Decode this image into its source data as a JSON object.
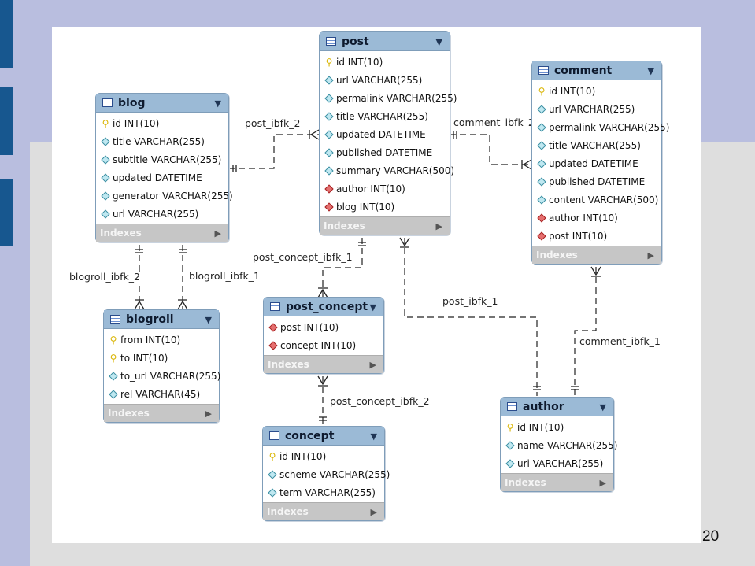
{
  "page": {
    "number": "20"
  },
  "tables": {
    "blog": {
      "name": "blog",
      "columns": [
        {
          "icon": "primary-key-icon",
          "text": "id INT(10)"
        },
        {
          "icon": "attribute-icon",
          "text": "title VARCHAR(255)"
        },
        {
          "icon": "attribute-icon",
          "text": "subtitle VARCHAR(255)"
        },
        {
          "icon": "attribute-icon",
          "text": "updated DATETIME"
        },
        {
          "icon": "attribute-icon",
          "text": "generator VARCHAR(255)"
        },
        {
          "icon": "attribute-icon",
          "text": "url VARCHAR(255)"
        }
      ],
      "indexes_label": "Indexes"
    },
    "post": {
      "name": "post",
      "columns": [
        {
          "icon": "primary-key-icon",
          "text": "id INT(10)"
        },
        {
          "icon": "attribute-icon",
          "text": "url VARCHAR(255)"
        },
        {
          "icon": "attribute-icon",
          "text": "permalink VARCHAR(255)"
        },
        {
          "icon": "attribute-icon",
          "text": "title VARCHAR(255)"
        },
        {
          "icon": "attribute-icon",
          "text": "updated DATETIME"
        },
        {
          "icon": "attribute-icon",
          "text": "published DATETIME"
        },
        {
          "icon": "attribute-icon",
          "text": "summary VARCHAR(500)"
        },
        {
          "icon": "foreign-key-icon",
          "text": "author INT(10)"
        },
        {
          "icon": "foreign-key-icon",
          "text": "blog INT(10)"
        }
      ],
      "indexes_label": "Indexes"
    },
    "comment": {
      "name": "comment",
      "columns": [
        {
          "icon": "primary-key-icon",
          "text": "id INT(10)"
        },
        {
          "icon": "attribute-icon",
          "text": "url VARCHAR(255)"
        },
        {
          "icon": "attribute-icon",
          "text": "permalink VARCHAR(255)"
        },
        {
          "icon": "attribute-icon",
          "text": "title VARCHAR(255)"
        },
        {
          "icon": "attribute-icon",
          "text": "updated DATETIME"
        },
        {
          "icon": "attribute-icon",
          "text": "published DATETIME"
        },
        {
          "icon": "attribute-icon",
          "text": "content VARCHAR(500)"
        },
        {
          "icon": "foreign-key-icon",
          "text": "author INT(10)"
        },
        {
          "icon": "foreign-key-icon",
          "text": "post INT(10)"
        }
      ],
      "indexes_label": "Indexes"
    },
    "blogroll": {
      "name": "blogroll",
      "columns": [
        {
          "icon": "primary-key-icon",
          "text": "from INT(10)"
        },
        {
          "icon": "primary-key-icon",
          "text": "to INT(10)"
        },
        {
          "icon": "attribute-icon",
          "text": "to_url VARCHAR(255)"
        },
        {
          "icon": "attribute-icon",
          "text": "rel VARCHAR(45)"
        }
      ],
      "indexes_label": "Indexes"
    },
    "post_concept": {
      "name": "post_concept",
      "columns": [
        {
          "icon": "foreign-key-icon",
          "text": "post INT(10)"
        },
        {
          "icon": "foreign-key-icon",
          "text": "concept INT(10)"
        }
      ],
      "indexes_label": "Indexes"
    },
    "concept": {
      "name": "concept",
      "columns": [
        {
          "icon": "primary-key-icon",
          "text": "id INT(10)"
        },
        {
          "icon": "attribute-icon",
          "text": "scheme VARCHAR(255)"
        },
        {
          "icon": "attribute-icon",
          "text": "term VARCHAR(255)"
        }
      ],
      "indexes_label": "Indexes"
    },
    "author": {
      "name": "author",
      "columns": [
        {
          "icon": "primary-key-icon",
          "text": "id INT(10)"
        },
        {
          "icon": "attribute-icon",
          "text": "name VARCHAR(255)"
        },
        {
          "icon": "attribute-icon",
          "text": "uri VARCHAR(255)"
        }
      ],
      "indexes_label": "Indexes"
    }
  },
  "relationships": {
    "post_ibfk_2": "post_ibfk_2",
    "comment_ibfk_2": "comment_ibfk_2",
    "post_concept_ibfk_1": "post_concept_ibfk_1",
    "blogroll_ibfk_2": "blogroll_ibfk_2",
    "blogroll_ibfk_1": "blogroll_ibfk_1",
    "post_ibfk_1": "post_ibfk_1",
    "comment_ibfk_1": "comment_ibfk_1",
    "post_concept_ibfk_2": "post_concept_ibfk_2"
  },
  "colors": {
    "slide_background": "#b9bedf",
    "band": "#dedede",
    "side_blocks": "#17578f",
    "table_header": "#9bbad6",
    "table_border": "#7f9db9",
    "indexes_bar": "#c6c6c6",
    "foreign_key": "#e56f6f",
    "attribute": "#bfe8f1",
    "primary_key": "#d9b400"
  }
}
